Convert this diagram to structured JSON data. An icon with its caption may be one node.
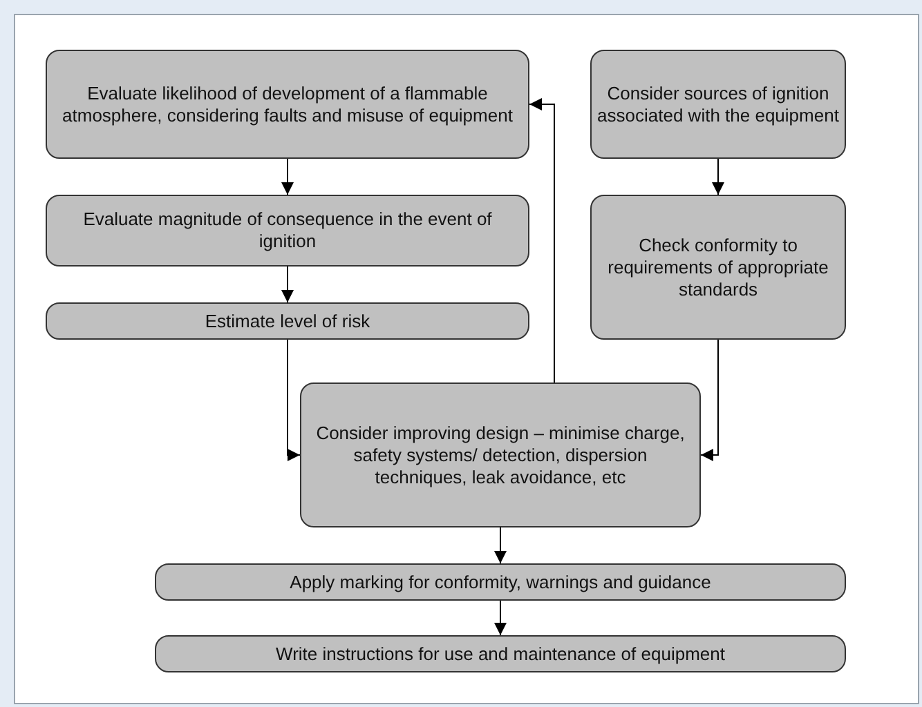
{
  "diagram": {
    "nodes": [
      {
        "text": [
          "Evaluate likelihood of development of a flammable atmosphere, considering faults and misuse of equipment"
        ]
      },
      {
        "text": [
          "Evaluate magnitude of consequence in the event of ignition"
        ]
      },
      {
        "text": [
          "Estimate level of risk"
        ]
      },
      {
        "text": [
          "Consider sources of ignition associated with the equipment"
        ]
      },
      {
        "text": [
          "Check conformity to requirements of appropriate standards"
        ]
      },
      {
        "text": [
          "Consider improving design – minimise charge, safety systems/ detection, dispersion techniques, leak avoidance, etc"
        ]
      },
      {
        "text": [
          "Apply marking for conformity, warnings and guidance"
        ]
      },
      {
        "text": [
          "Write instructions for use and maintenance of equipment"
        ]
      }
    ],
    "edges": [
      {
        "from": 0,
        "to": 1,
        "arrow": "to"
      },
      {
        "from": 1,
        "to": 2,
        "arrow": "to"
      },
      {
        "from": 2,
        "to": 5,
        "arrow": "to"
      },
      {
        "from": 3,
        "to": 4,
        "arrow": "to"
      },
      {
        "from": 4,
        "to": 5,
        "arrow": "to"
      },
      {
        "from": 5,
        "to": 0,
        "arrow": "to"
      },
      {
        "from": 5,
        "to": 6,
        "arrow": "to"
      },
      {
        "from": 6,
        "to": 7,
        "arrow": "to"
      }
    ]
  }
}
